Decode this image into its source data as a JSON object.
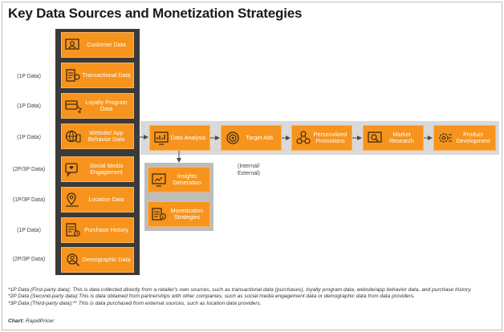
{
  "title": "Key Data Sources and Monetization Strategies",
  "sources": [
    {
      "label": "Customer Data",
      "party": "",
      "icon": "customer-icon"
    },
    {
      "label": "Transactional Data",
      "party": "(1P Data)",
      "icon": "transaction-icon"
    },
    {
      "label": "Loyalty Program Data",
      "party": "(1P Data)",
      "icon": "loyalty-icon"
    },
    {
      "label": "Website/ App Behavior Data",
      "party": "(1P Data)",
      "icon": "website-icon"
    },
    {
      "label": "Social Media Engagement",
      "party": "(2P/3P Data)",
      "icon": "social-media-icon"
    },
    {
      "label": "Location Data",
      "party": "(1P/3P Data)",
      "icon": "location-icon"
    },
    {
      "label": "Purchase History",
      "party": "(1P Data)",
      "icon": "purchase-history-icon"
    },
    {
      "label": "Demographic Data",
      "party": "(2P/3P Data)",
      "icon": "demographic-icon"
    }
  ],
  "flow": [
    {
      "label": "Data Analysis",
      "icon": "data-analysis-icon"
    },
    {
      "label": "Target Ads",
      "icon": "target-icon"
    },
    {
      "label": "Personalized Promotions",
      "icon": "promotions-icon"
    },
    {
      "label": "Market Research",
      "icon": "market-research-icon"
    },
    {
      "label": "Product Development",
      "icon": "product-development-icon"
    }
  ],
  "sub_flow": [
    {
      "label": "Insights Generation",
      "icon": "insights-icon"
    },
    {
      "label": "Monetization Strategies",
      "icon": "monetization-icon"
    }
  ],
  "internal_note": "(Internal/ External)",
  "footnotes": [
    "*1P Data (First-party data): This is data collected directly from a retailer's own sources, such as transactional data (purchases), loyalty program data, website/app behavior data, and purchase history.",
    "*2P Data (Second-party data):This is data obtained from partnerships with other companies, such as social media engagement data or demographic data from data providers.",
    "*3P Data (Third-party data):** This is data purchased from external sources, such as location data providers."
  ],
  "credit": {
    "label": "Chart:",
    "source": "RapidPricer"
  },
  "colors": {
    "box": "#f7941d",
    "column": "#3a3a3a",
    "band": "#d9d9d9",
    "panel": "#bdbdbd"
  }
}
